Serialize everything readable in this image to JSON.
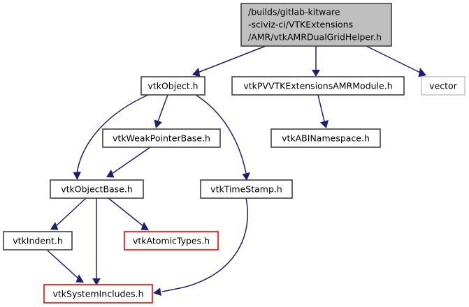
{
  "graph": {
    "title": "/builds/gitlab-kitware-sciviz-ci/VTKExtensions/AMR/vtkAMRDualGridHelper.h",
    "colors": {
      "edge": "#1f1f70",
      "node_border": "#404040",
      "root_fill": "#bfbfbf",
      "highlight_border": "#ff0000",
      "system_border": "#c8c8c8",
      "background": "#ffffff"
    },
    "nodes": [
      {
        "id": "root",
        "label_lines": [
          "/builds/gitlab-kitware",
          "-sciviz-ci/VTKExtensions",
          "/AMR/vtkAMRDualGridHelper.h"
        ],
        "label": "/builds/gitlab-kitware-sciviz-ci/VTKExtensions/AMR/vtkAMRDualGridHelper.h",
        "style": "root"
      },
      {
        "id": "vtkObject",
        "label": "vtkObject.h",
        "style": "normal"
      },
      {
        "id": "vtkPVVTKExtensionsAMRModule",
        "label": "vtkPVVTKExtensionsAMRModule.h",
        "style": "normal"
      },
      {
        "id": "vector",
        "label": "vector",
        "style": "system"
      },
      {
        "id": "vtkWeakPointerBase",
        "label": "vtkWeakPointerBase.h",
        "style": "normal"
      },
      {
        "id": "vtkABINamespace",
        "label": "vtkABINamespace.h",
        "style": "normal"
      },
      {
        "id": "vtkObjectBase",
        "label": "vtkObjectBase.h",
        "style": "normal"
      },
      {
        "id": "vtkTimeStamp",
        "label": "vtkTimeStamp.h",
        "style": "normal"
      },
      {
        "id": "vtkIndent",
        "label": "vtkIndent.h",
        "style": "normal"
      },
      {
        "id": "vtkAtomicTypes",
        "label": "vtkAtomicTypes.h",
        "style": "highlight"
      },
      {
        "id": "vtkSystemIncludes",
        "label": "vtkSystemIncludes.h",
        "style": "highlight"
      }
    ],
    "edges": [
      {
        "from": "root",
        "to": "vtkObject"
      },
      {
        "from": "root",
        "to": "vtkPVVTKExtensionsAMRModule"
      },
      {
        "from": "root",
        "to": "vector"
      },
      {
        "from": "vtkObject",
        "to": "vtkWeakPointerBase"
      },
      {
        "from": "vtkObject",
        "to": "vtkObjectBase"
      },
      {
        "from": "vtkObject",
        "to": "vtkTimeStamp"
      },
      {
        "from": "vtkPVVTKExtensionsAMRModule",
        "to": "vtkABINamespace"
      },
      {
        "from": "vtkWeakPointerBase",
        "to": "vtkObjectBase"
      },
      {
        "from": "vtkObjectBase",
        "to": "vtkIndent"
      },
      {
        "from": "vtkObjectBase",
        "to": "vtkAtomicTypes"
      },
      {
        "from": "vtkObjectBase",
        "to": "vtkSystemIncludes"
      },
      {
        "from": "vtkIndent",
        "to": "vtkSystemIncludes"
      },
      {
        "from": "vtkTimeStamp",
        "to": "vtkSystemIncludes"
      }
    ]
  }
}
